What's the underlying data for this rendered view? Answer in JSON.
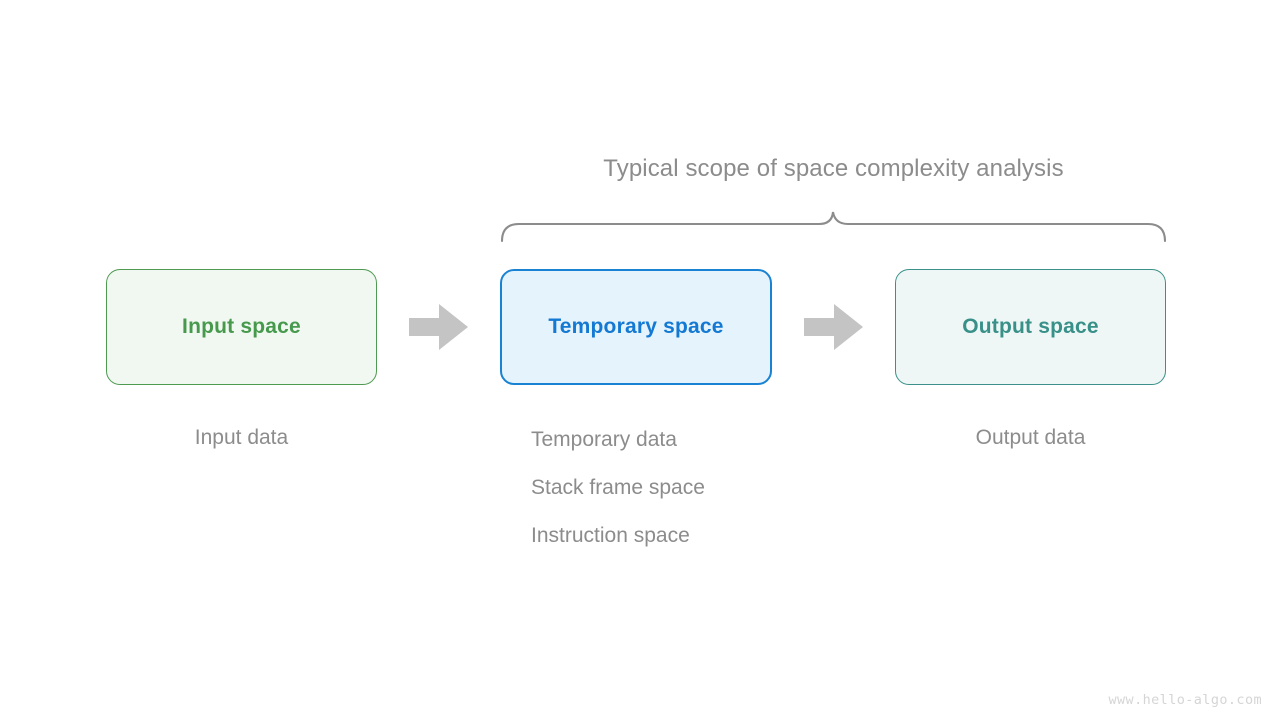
{
  "diagram": {
    "scope_caption": "Typical scope of space complexity analysis",
    "boxes": [
      {
        "label": "Input space",
        "color": "#479a4d",
        "fill": "#f1f8f1",
        "border": "#4e9a51"
      },
      {
        "label": "Temporary space",
        "color": "#1379d2",
        "fill": "#e5f3fd",
        "border": "#1a82d2"
      },
      {
        "label": "Output space",
        "color": "#389089",
        "fill": "#eef7f5",
        "border": "#3b9189"
      }
    ],
    "arrows": [
      {
        "name": "arrow-input-to-temporary",
        "color": "#c4c4c4"
      },
      {
        "name": "arrow-temporary-to-output",
        "color": "#c4c4c4"
      }
    ],
    "captions": {
      "input": "Input data",
      "output": "Output data",
      "temporary": [
        "Temporary data",
        "Stack frame space",
        "Instruction space"
      ]
    },
    "brace": {
      "color": "#8c8c8c"
    },
    "caption_color": "#8c8c8c"
  },
  "watermark": "www.hello-algo.com"
}
